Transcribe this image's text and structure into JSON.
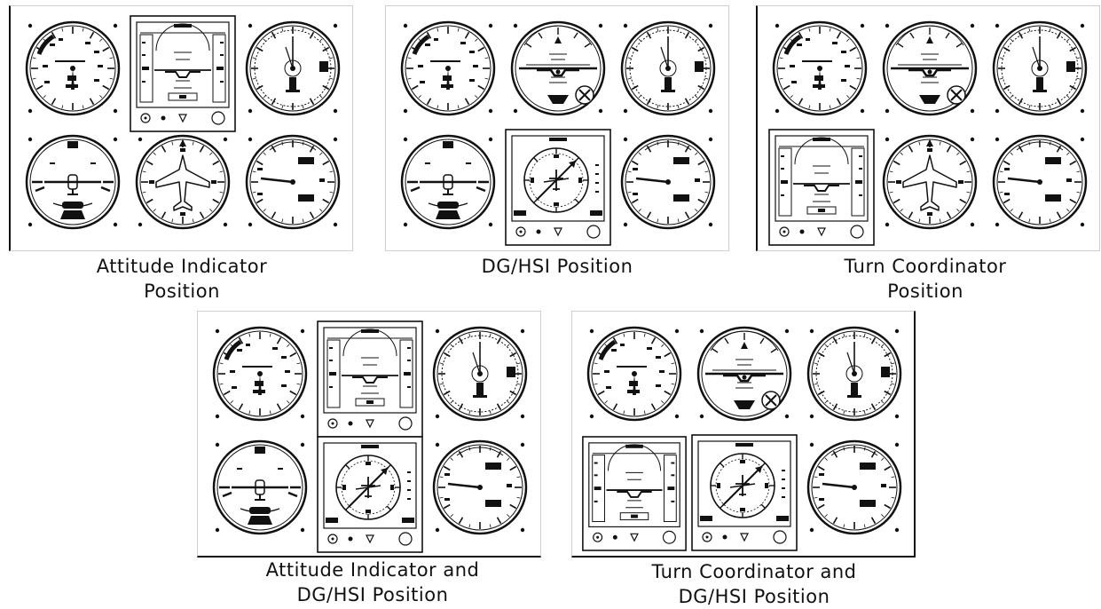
{
  "figure": {
    "configurations": [
      {
        "id": "attitude-indicator",
        "caption_lines": [
          "Attitude Indicator",
          "Position"
        ],
        "efis_type": "PFD",
        "replaces": "attitude-indicator",
        "instruments": [
          "airspeed",
          "PFD",
          "altimeter",
          "turn-coordinator",
          "heading-indicator",
          "vsi"
        ]
      },
      {
        "id": "dg-hsi",
        "caption_lines": [
          "DG/HSI Position"
        ],
        "efis_type": "HSI",
        "replaces": "heading-indicator",
        "instruments": [
          "airspeed",
          "attitude-indicator",
          "altimeter",
          "turn-coordinator",
          "HSI",
          "vsi"
        ]
      },
      {
        "id": "turn-coordinator",
        "caption_lines": [
          "Turn Coordinator",
          "Position"
        ],
        "efis_type": "PFD",
        "replaces": "turn-coordinator",
        "instruments": [
          "airspeed",
          "attitude-indicator",
          "altimeter",
          "PFD",
          "heading-indicator",
          "vsi"
        ]
      },
      {
        "id": "ai-and-dg-hsi",
        "caption_lines": [
          "Attitude Indicator and",
          "DG/HSI Position"
        ],
        "efis_type": "PFD+HSI",
        "instruments": [
          "airspeed",
          "PFD",
          "altimeter",
          "turn-coordinator",
          "HSI",
          "vsi"
        ]
      },
      {
        "id": "tc-and-dg-hsi",
        "caption_lines": [
          "Turn Coordinator and",
          "DG/HSI Position"
        ],
        "efis_type": "PFD+HSI",
        "instruments": [
          "airspeed",
          "attitude-indicator",
          "altimeter",
          "PFD",
          "HSI",
          "vsi"
        ]
      }
    ]
  }
}
